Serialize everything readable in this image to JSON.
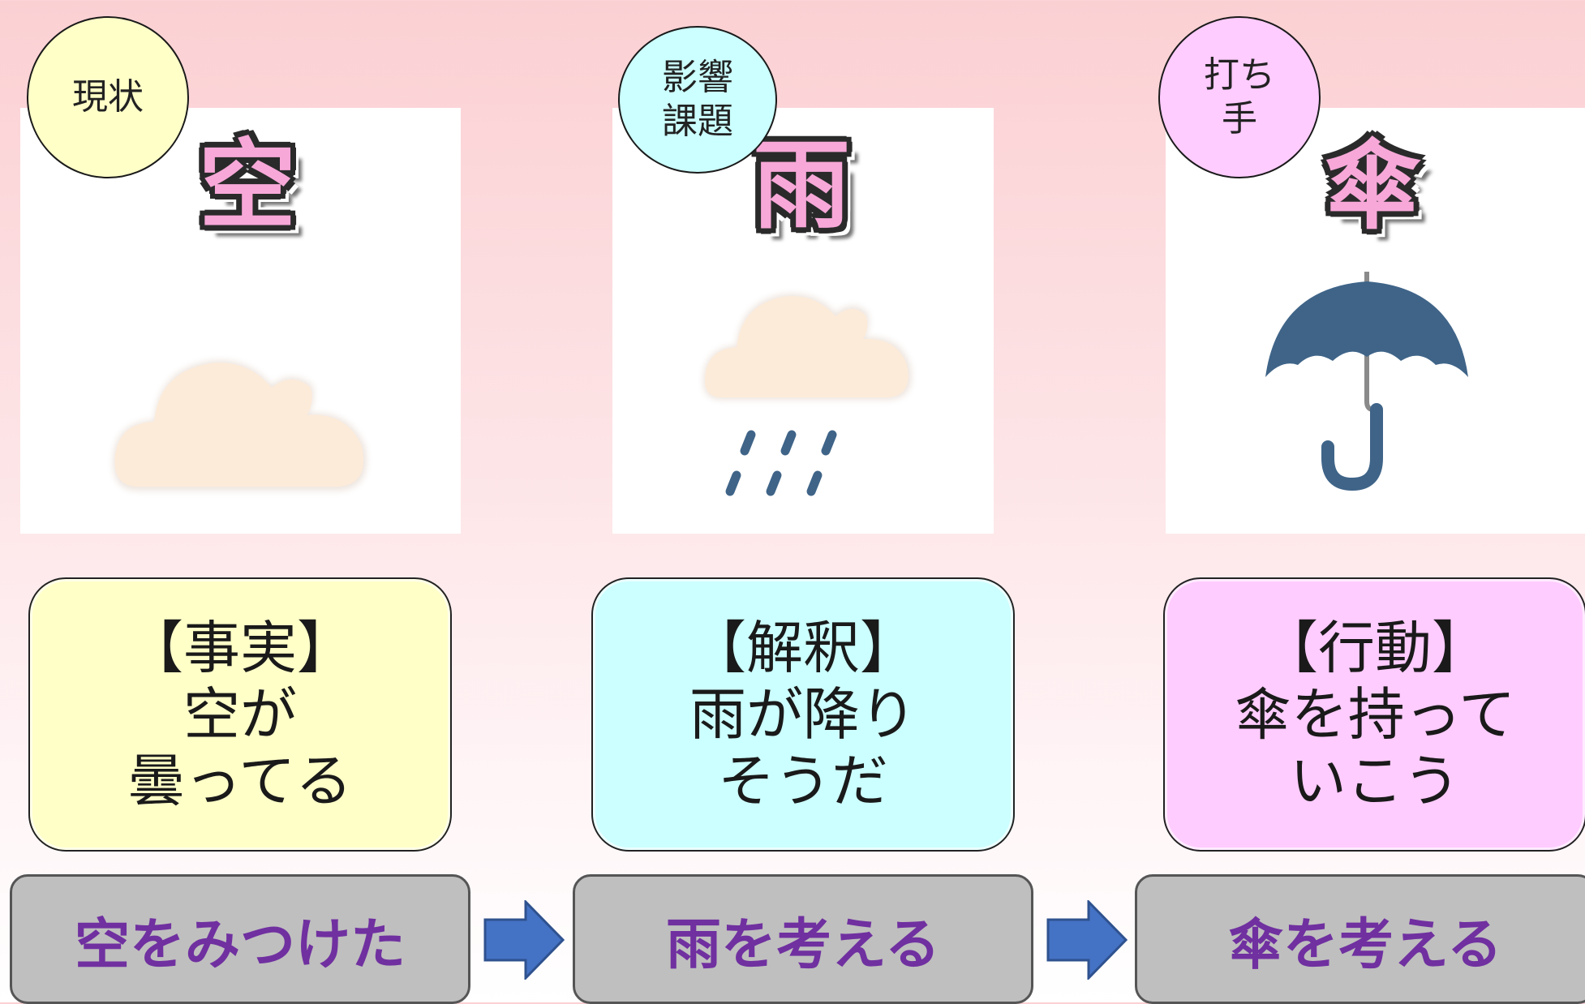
{
  "columns": [
    {
      "badge": [
        "現状"
      ],
      "badge_color": "#ffffc8",
      "kanji": "空",
      "icon": "cloud-icon",
      "card_title": "【事実】",
      "card_lines": [
        "空が",
        "曇ってる"
      ],
      "card_color": "#ffffc8",
      "step_label": "空をみつけた"
    },
    {
      "badge": [
        "影響",
        "課題"
      ],
      "badge_color": "#ccffff",
      "kanji": "雨",
      "icon": "rain-cloud-icon",
      "card_title": "【解釈】",
      "card_lines": [
        "雨が降り",
        "そうだ"
      ],
      "card_color": "#ccffff",
      "step_label": "雨を考える"
    },
    {
      "badge": [
        "打ち",
        "手"
      ],
      "badge_color": "#ffccff",
      "kanji": "傘",
      "icon": "umbrella-icon",
      "card_title": "【行動】",
      "card_lines": [
        "傘を持って",
        "いこう"
      ],
      "card_color": "#ffccff",
      "step_label": "傘を考える"
    }
  ],
  "colors": {
    "step_text": "#7030a0",
    "step_bg": "#bfbfbf",
    "arrow": "#4472c4",
    "cloud": "#fdebd9",
    "umbrella": "#3f6488",
    "kanji_fill": "#f7a8d8"
  }
}
